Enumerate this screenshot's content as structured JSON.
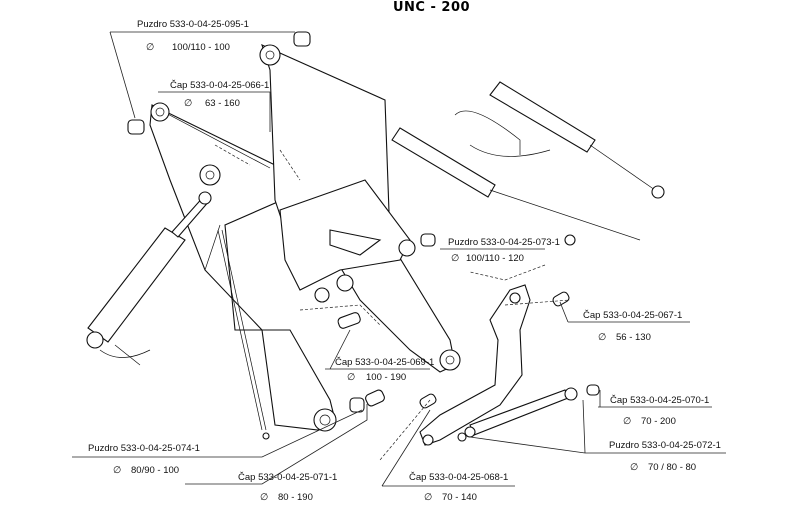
{
  "title": "UNC - 200",
  "diameter_symbol": "∅",
  "parts": [
    {
      "name": "Puzdro 533-0-04-25-095-1",
      "dim": "100/110 - 100"
    },
    {
      "name": "Čap 533-0-04-25-066-1",
      "dim": "63 - 160"
    },
    {
      "name": "Puzdro 533-0-04-25-073-1",
      "dim": "100/110 - 120"
    },
    {
      "name": "Čap 533-0-04-25-067-1",
      "dim": "56 - 130"
    },
    {
      "name": "Čap 533-0-04-25-069-1",
      "dim": "100 - 190"
    },
    {
      "name": "Čap 533-0-04-25-070-1",
      "dim": "70 - 200"
    },
    {
      "name": "Puzdro 533-0-04-25-074-1",
      "dim": "80/90 - 100"
    },
    {
      "name": "Puzdro 533-0-04-25-072-1",
      "dim": "70 / 80 - 80"
    },
    {
      "name": "Čap 533-0-04-25-071-1",
      "dim": "80 - 190"
    },
    {
      "name": "Čap 533-0-04-25-068-1",
      "dim": "70 - 140"
    }
  ]
}
